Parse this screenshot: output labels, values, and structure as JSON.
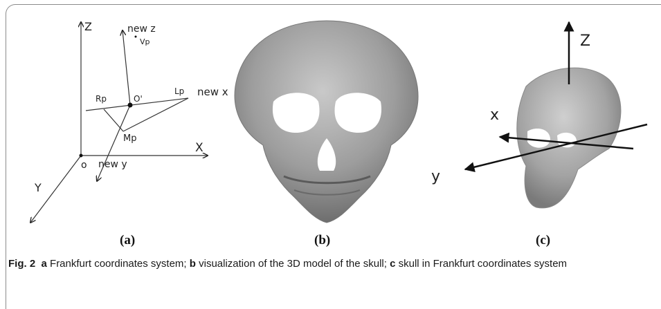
{
  "figure": {
    "panel_a": {
      "label": "(a)",
      "axes": {
        "Z": "Z",
        "X": "X",
        "Y": "Y",
        "origin": "o",
        "new_z": "new z",
        "new_x": "new x",
        "new_y": "new y"
      },
      "points": {
        "Vp": "Vp",
        "Rp": "Rp",
        "Lp": "Lp",
        "O_prime": "O'",
        "Mp": "Mp"
      }
    },
    "panel_b": {
      "label": "(b)"
    },
    "panel_c": {
      "label": "(c)",
      "axes": {
        "Z": "Z",
        "x": "x",
        "y": "y"
      }
    }
  },
  "caption": {
    "fig_label": "Fig. 2",
    "parts": [
      {
        "key": "a",
        "text": " Frankfurt coordinates system; "
      },
      {
        "key": "b",
        "text": " visualization of the 3D model of the skull; "
      },
      {
        "key": "c",
        "text": " skull in Frankfurt coordinates system"
      }
    ]
  }
}
